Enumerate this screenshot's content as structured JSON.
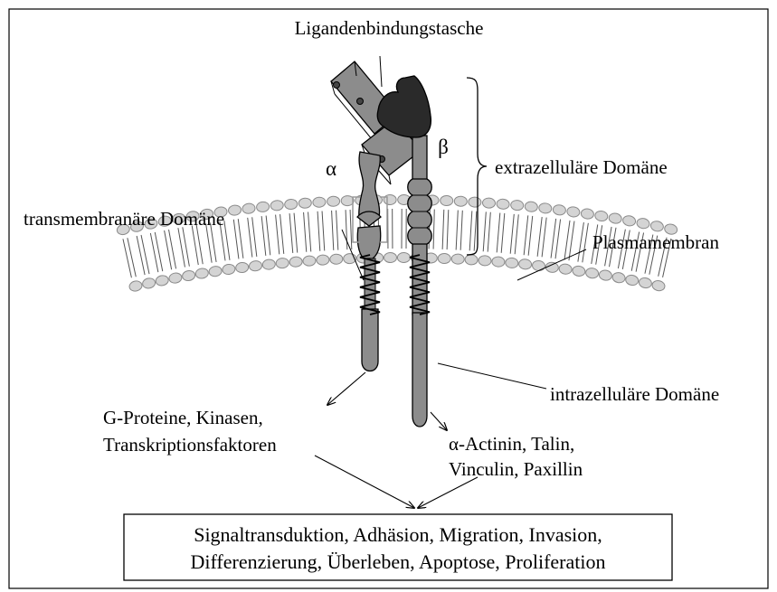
{
  "diagram": {
    "labels": {
      "ligand_pocket": "Ligandenbindungstasche",
      "alpha": "α",
      "beta": "β",
      "extracellular": "extrazelluläre Domäne",
      "transmembrane": "transmembranäre Domäne",
      "plasma_membrane": "Plasmamembran",
      "intracellular": "intrazelluläre Domäne",
      "alpha_targets_line1": "G-Proteine, Kinasen,",
      "alpha_targets_line2": "Transkriptionsfaktoren",
      "beta_targets_line1": "α-Actinin, Talin,",
      "beta_targets_line2": "Vinculin, Paxillin"
    },
    "outcome_box": {
      "line1": "Signaltransduktion, Adhäsion, Migration, Invasion,",
      "line2": "Differenzierung, Überleben, Apoptose, Proliferation"
    },
    "colors": {
      "lipid_head_fill": "#d4d4d4",
      "lipid_head_stroke": "#8a8a8a",
      "protein_fill": "#8c8c8c",
      "protein_dark": "#2a2a2a",
      "outline": "#000000"
    }
  }
}
